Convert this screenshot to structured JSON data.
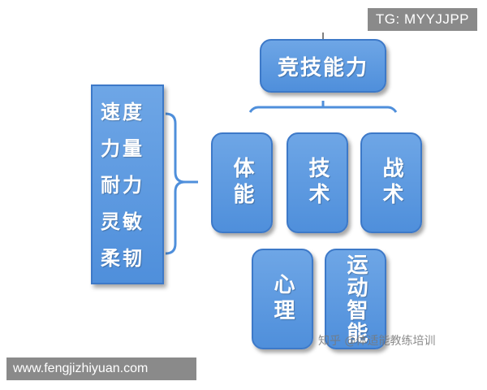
{
  "top_watermark": "TG: MYYJJPP",
  "bottom_watermark": "www.fengjizhiyuan.com",
  "zhihu_watermark": "知乎 @体适能教练培训",
  "top_node": "竞技能力",
  "left_list": [
    "速度",
    "力量",
    "耐力",
    "灵敏",
    "柔韧"
  ],
  "components": {
    "physical": "体能",
    "technique": "技术",
    "tactics": "战术",
    "psychology": "心理",
    "intelligence": "运动智能"
  },
  "colors": {
    "box_fill": "#5b9ae0",
    "box_border": "#3d79c8",
    "watermark_bg": "#8a8a8a"
  }
}
